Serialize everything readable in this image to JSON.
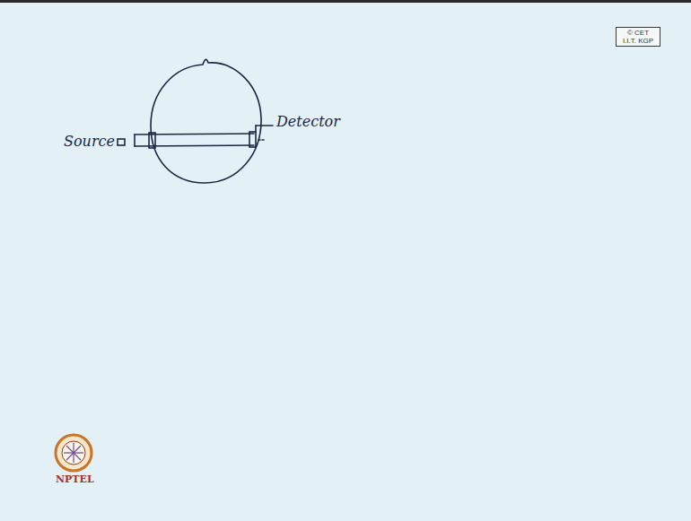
{
  "diagram": {
    "nodes": [
      {
        "text": [
          "© CET I.I.T. KGP"
        ]
      }
    ],
    "labels": [
      "Source",
      "Detector",
      "NPTEL"
    ]
  }
}
